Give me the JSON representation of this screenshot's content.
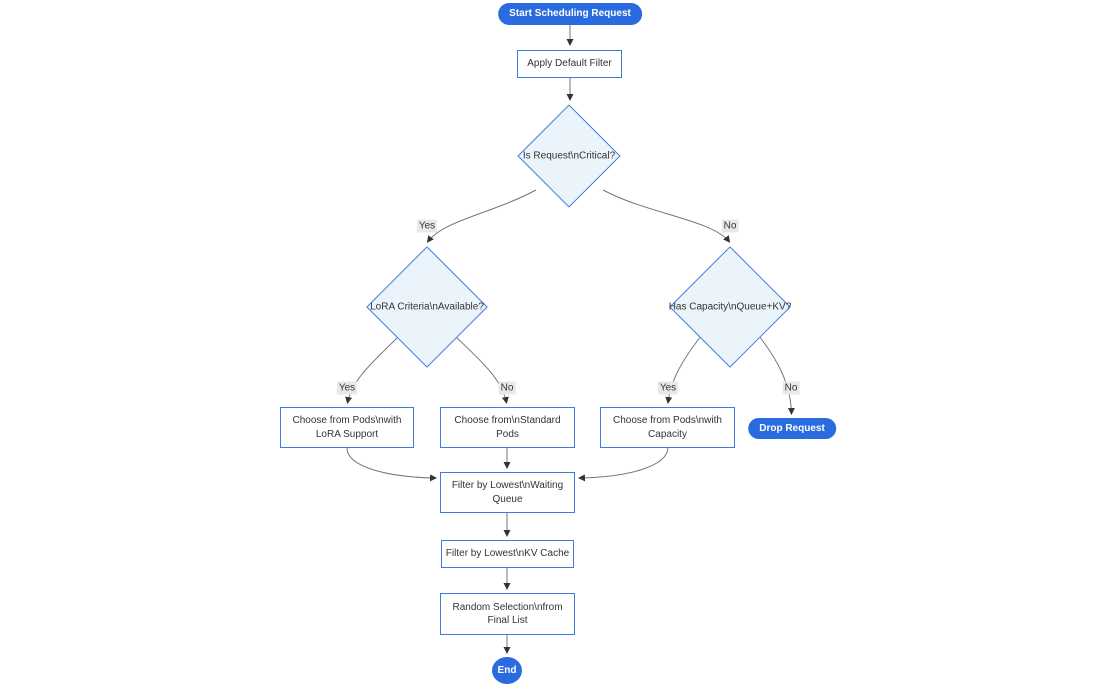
{
  "diagram": {
    "type": "flowchart",
    "nodes": {
      "start": {
        "label": "Start Scheduling Request",
        "shape": "pill"
      },
      "apply_filter": {
        "label": "Apply Default Filter",
        "shape": "rect"
      },
      "is_critical": {
        "label": "Is Request\\nCritical?",
        "shape": "diamond"
      },
      "lora_criteria": {
        "label": "LoRA Criteria\\nAvailable?",
        "shape": "diamond"
      },
      "has_capacity": {
        "label": "Has Capacity\\nQueue+KV?",
        "shape": "diamond"
      },
      "choose_lora_pods": {
        "label": "Choose from Pods\\nwith LoRA Support",
        "shape": "rect"
      },
      "choose_standard_pods": {
        "label": "Choose from\\nStandard Pods",
        "shape": "rect"
      },
      "choose_capacity_pods": {
        "label": "Choose from Pods\\nwith Capacity",
        "shape": "rect"
      },
      "drop_request": {
        "label": "Drop Request",
        "shape": "pill"
      },
      "filter_waiting_queue": {
        "label": "Filter by Lowest\\nWaiting Queue",
        "shape": "rect"
      },
      "filter_kv_cache": {
        "label": "Filter by Lowest\\nKV Cache",
        "shape": "rect"
      },
      "random_selection": {
        "label": "Random Selection\\nfrom Final List",
        "shape": "rect"
      },
      "end": {
        "label": "End",
        "shape": "circle"
      }
    },
    "edge_labels": {
      "critical_yes": "Yes",
      "critical_no": "No",
      "lora_yes": "Yes",
      "lora_no": "No",
      "capacity_yes": "Yes",
      "capacity_no": "No"
    },
    "colors": {
      "accent_blue": "#2B6BE0",
      "node_border": "#3F7BE0",
      "node_fill": "#FFFFFF",
      "decision_fill": "#EBF3FB",
      "edge_line": "#777777",
      "edge_label_bg": "#E8E8E8",
      "text": "#333333"
    }
  }
}
